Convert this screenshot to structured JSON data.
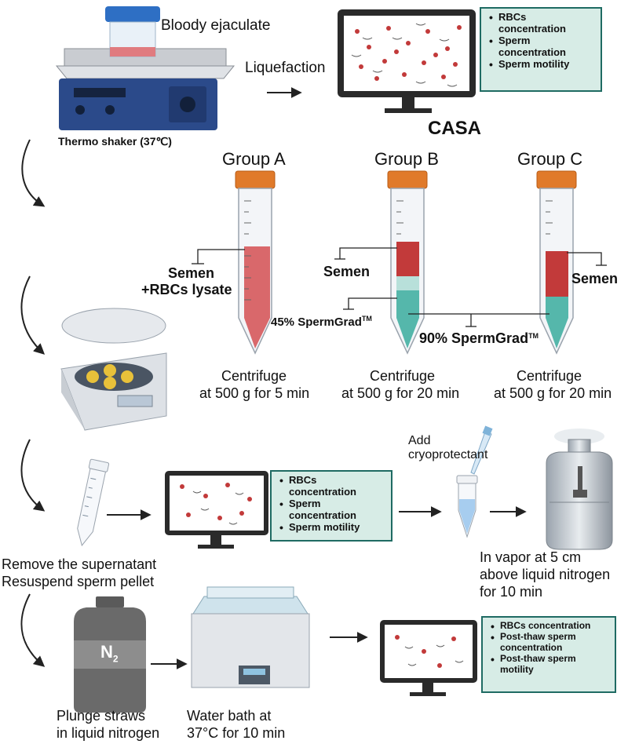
{
  "top": {
    "sample_label": "Bloody ejaculate",
    "shaker_label": "Thermo shaker (37℃)",
    "liquefaction_label": "Liquefaction",
    "casa_label": "CASA",
    "casa_box_1": [
      "RBCs concentration",
      "Sperm concentration",
      "Sperm motility"
    ]
  },
  "groups": [
    {
      "title": "Group A",
      "centrifuge_line1": "Centrifuge",
      "centrifuge_line2": "at 500 g for 5 min"
    },
    {
      "title": "Group B",
      "centrifuge_line1": "Centrifuge",
      "centrifuge_line2": "at 500 g for 20 min"
    },
    {
      "title": "Group C",
      "centrifuge_line1": "Centrifuge",
      "centrifuge_line2": "at 500 g for 20 min"
    }
  ],
  "labels": {
    "semen_lysate_1": "Semen",
    "semen_lysate_2": "+RBCs lysate",
    "semen_b": "Semen",
    "semen_c": "Semen",
    "grad45": "45% SpermGrad",
    "grad90": "90% SpermGrad",
    "tm": "TM"
  },
  "middle": {
    "remove_line1": "Remove the supernatant",
    "remove_line2": "Resuspend  sperm pellet",
    "casa_box_2": [
      "RBCs concentration",
      "Sperm concentration",
      "Sperm motility"
    ],
    "add_line1": "Add",
    "add_line2": "cryoprotectant",
    "vapor_line1": "In vapor at 5 cm",
    "vapor_line2": "above liquid nitrogen",
    "vapor_line3": "for 10 min"
  },
  "bottom": {
    "n2_label": "N",
    "n2_sub": "2",
    "plunge_line1": "Plunge straws",
    "plunge_line2": "in liquid nitrogen",
    "water_line1": "Water bath at",
    "water_line2": "37°C for 10 min",
    "casa_box_3": [
      "RBCs concentration",
      "Post-thaw sperm concentration",
      "Post-thaw sperm motility"
    ]
  },
  "colors": {
    "blood": "#c23a3a",
    "lysate": "#d9686b",
    "grad45": "#b8e0da",
    "grad90": "#55b7ab",
    "box_fill": "#d7ece6",
    "box_border": "#1f6b63",
    "cap": "#e07a2a"
  }
}
